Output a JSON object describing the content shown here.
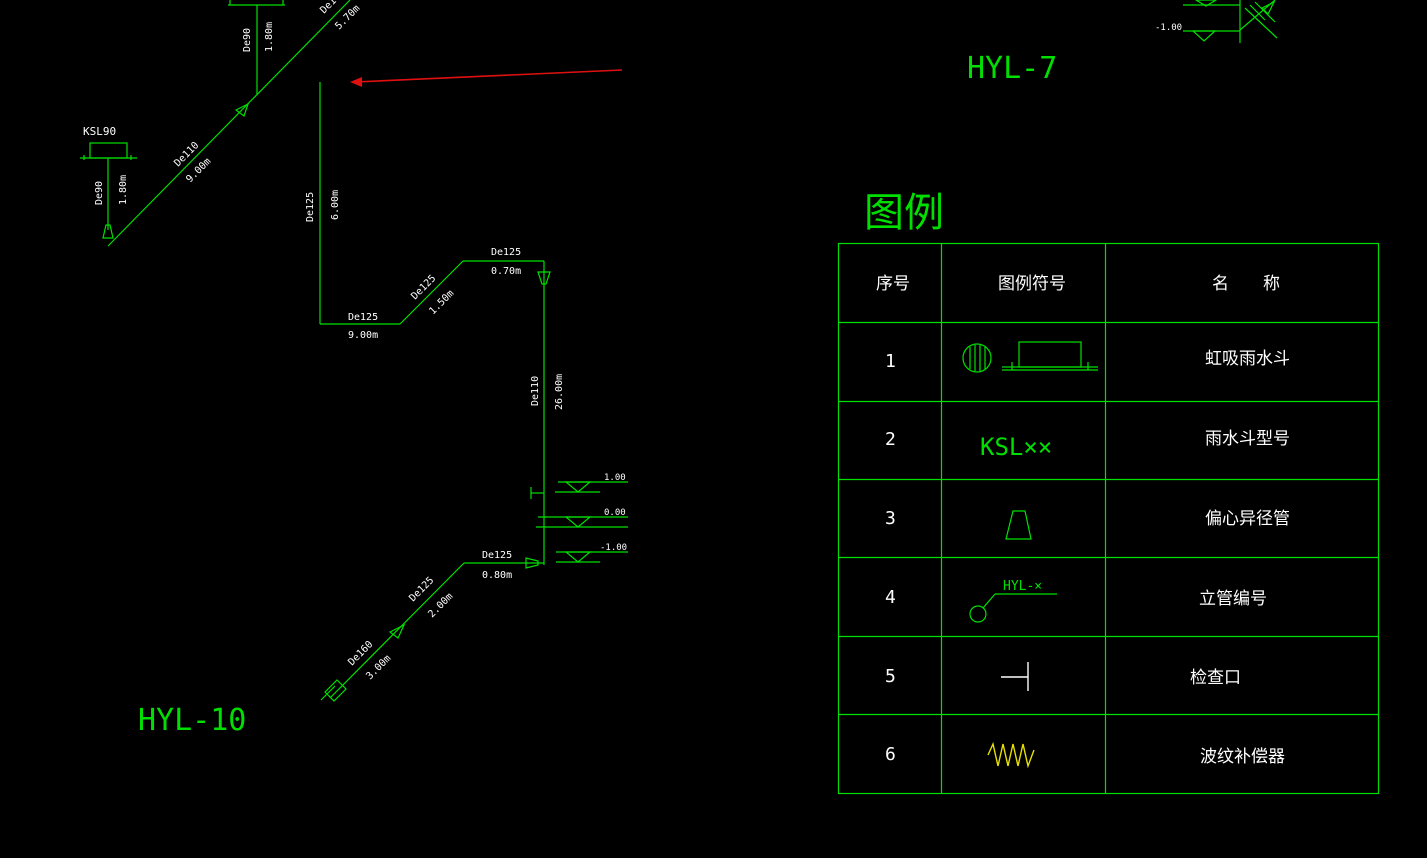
{
  "colors": {
    "background": "#000000",
    "line": "#00e000",
    "text": "#00e000",
    "white_text": "#ffffff",
    "arrow": "#e01010",
    "bellows": "#e8e000"
  },
  "system_labels": {
    "left": "HYL-10",
    "right": "HYL-7"
  },
  "legend": {
    "title": "图例",
    "headers": {
      "no": "序号",
      "symbol": "图例符号",
      "name": "名　　称"
    },
    "rows": [
      {
        "no": "1",
        "symbol_text": "",
        "symbol_icon": "siphon-drain-icon",
        "name": "虹吸雨水斗"
      },
      {
        "no": "2",
        "symbol_text": "KSL××",
        "symbol_icon": "model-text-icon",
        "name": "雨水斗型号"
      },
      {
        "no": "3",
        "symbol_text": "",
        "symbol_icon": "eccentric-reducer-icon",
        "name": "偏心异径管"
      },
      {
        "no": "4",
        "symbol_text": "HYL-×",
        "symbol_icon": "riser-tag-icon",
        "name": "立管编号"
      },
      {
        "no": "5",
        "symbol_text": "",
        "symbol_icon": "cleanout-icon",
        "name": "检查口"
      },
      {
        "no": "6",
        "symbol_text": "",
        "symbol_icon": "bellows-icon",
        "name": "波纹补偿器"
      }
    ]
  },
  "pipe_labels": {
    "ksl": "KSL90",
    "d1_size": "De90",
    "d1_len": "1.80m",
    "d2_size": "De110",
    "d2_len": "9.00m",
    "d3_size": "De90",
    "d3_len": "1.80m",
    "d4_size": "De1",
    "d4_len": "5.70m",
    "v1_size": "De125",
    "v1_len": "6.00m",
    "h1_size": "De125",
    "h1_len": "9.00m",
    "s1_size": "De125",
    "s1_len": "1.50m",
    "h2_size": "De125",
    "h2_len": "0.70m",
    "v2_size": "De110",
    "v2_len": "26.00m",
    "h3_size": "De125",
    "h3_len": "0.80m",
    "s2_size": "De125",
    "s2_len": "2.00m",
    "s3_size": "De160",
    "s3_len": "3.00m"
  },
  "elevations": {
    "e1": "1.00",
    "e2": "0.00",
    "e3": "-1.00",
    "top_right": "-1.00"
  }
}
